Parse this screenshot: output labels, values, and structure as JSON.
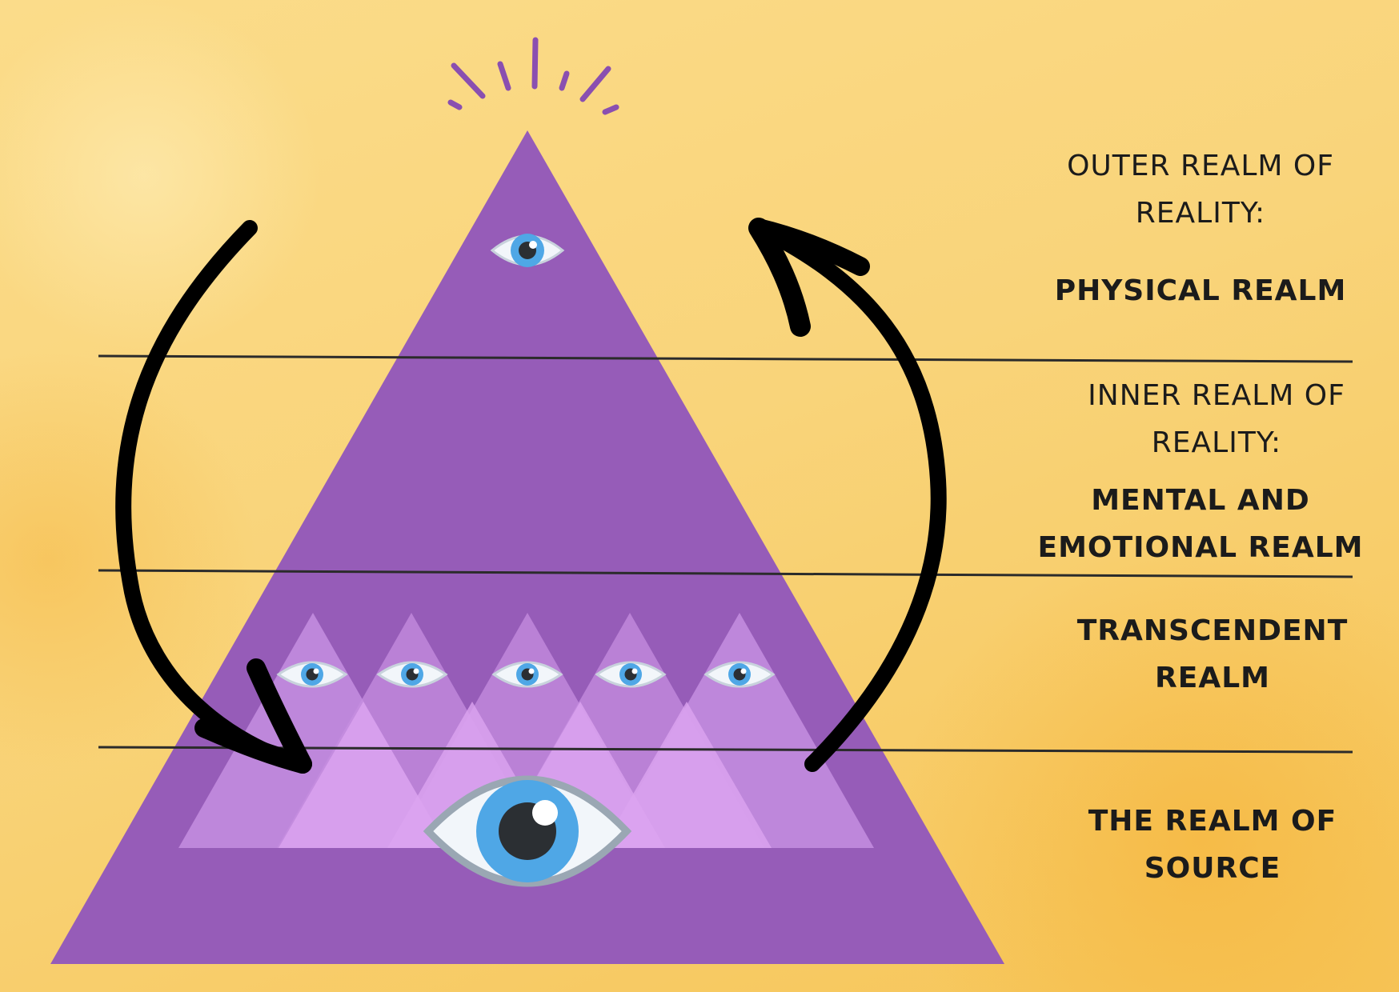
{
  "labels": {
    "outer_heading": "OUTER REALM OF REALITY:",
    "physical": "PHYSICAL REALM",
    "inner_heading": "INNER REALM OF REALITY:",
    "mental_emotional": "MENTAL AND EMOTIONAL REALM",
    "transcendent": "TRANSCENDENT REALM",
    "source": "THE REALM OF SOURCE"
  },
  "colors": {
    "pyramid": "#965cb8",
    "inner_pyramids": "#c58ee0",
    "inner_pyramids_light": "#dca4f0",
    "eye_iris": "#4fa7e6",
    "divider": "#2b2b2b",
    "arrow": "#000000",
    "rays": "#8a4fb0"
  },
  "icons": [
    "all-seeing-eye-icon",
    "eye-icon",
    "curved-arrow-icon",
    "sparkle-rays-icon"
  ]
}
